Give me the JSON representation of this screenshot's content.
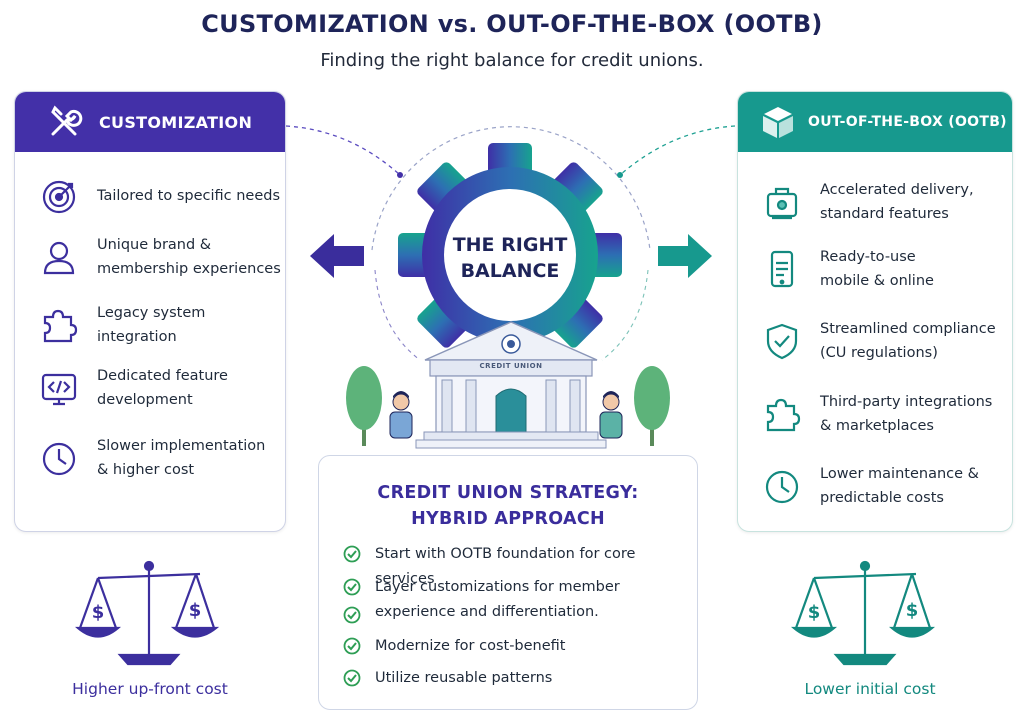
{
  "header": {
    "title": "CUSTOMIZATION vs. OUT-OF-THE-BOX (OOTB)",
    "subtitle": "Finding the right balance for credit unions."
  },
  "left_panel": {
    "title": "CUSTOMIZATION",
    "icon": "tools-icon",
    "items": [
      {
        "icon": "target-icon",
        "text": "Tailored to specific needs"
      },
      {
        "icon": "person-icon",
        "text": "Unique brand &\nmembership experiences"
      },
      {
        "icon": "puzzle-icon",
        "text": "Legacy system\nintegration"
      },
      {
        "icon": "code-icon",
        "text": "Dedicated feature\ndevelopment"
      },
      {
        "icon": "clock-icon",
        "text": "Slower implementation\n& higher cost"
      }
    ]
  },
  "right_panel": {
    "title": "OUT-OF-THE-BOX (OOTB)",
    "icon": "box-icon",
    "items": [
      {
        "icon": "delivery-icon",
        "text": "Accelerated delivery,\nstandard features"
      },
      {
        "icon": "mobile-icon",
        "text": "Ready-to-use\nmobile & online"
      },
      {
        "icon": "shield-check-icon",
        "text": "Streamlined compliance\n(CU regulations)"
      },
      {
        "icon": "puzzle-icon",
        "text": "Third-party integrations\n& marketplaces"
      },
      {
        "icon": "clock-icon",
        "text": "Lower maintenance &\npredictable costs"
      }
    ]
  },
  "center": {
    "gear_label": "THE RIGHT\nBALANCE",
    "bank_sign": "CREDIT UNION"
  },
  "strategy": {
    "title": "CREDIT UNION STRATEGY:\nHYBRID APPROACH",
    "items": [
      "Start with OOTB foundation for core services",
      "Layer customizations for member\nexperience and differentiation.",
      "Modernize for cost-benefit",
      "Utilize reusable patterns"
    ]
  },
  "scales": {
    "left_caption": "Higher up-front cost",
    "right_caption": "Lower initial cost",
    "symbol": "$"
  },
  "colors": {
    "purple": "#4330a8",
    "teal": "#17998e",
    "navy": "#1e2459",
    "green_check": "#2e9e55"
  }
}
